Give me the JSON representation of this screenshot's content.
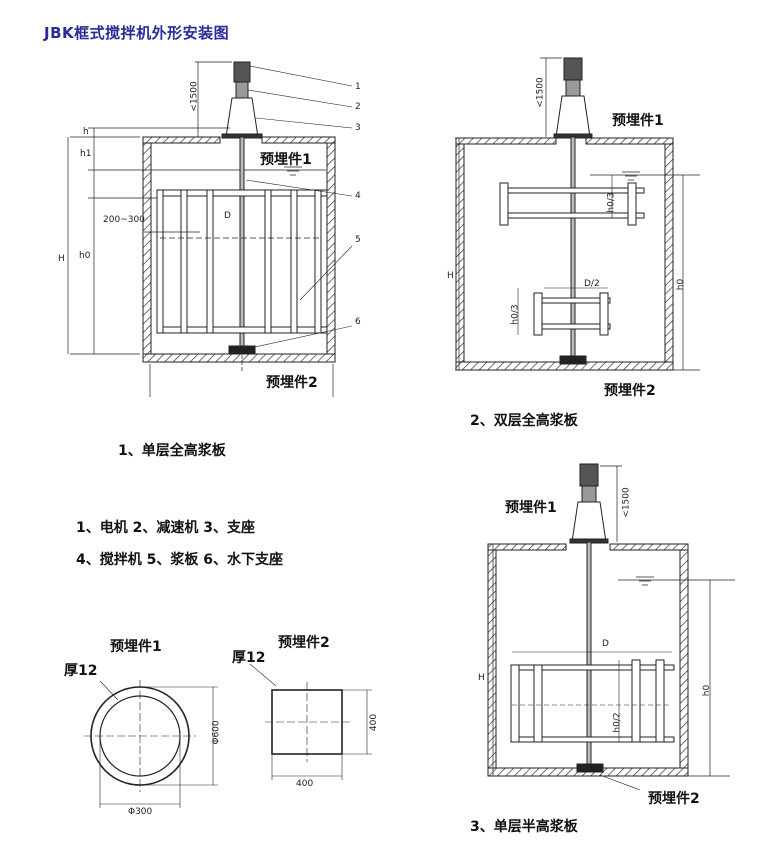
{
  "title": "JBK框式搅拌机外形安装图",
  "embed1": "预埋件1",
  "embed2": "预埋件2",
  "fig1": {
    "caption": "1、单层全高浆板",
    "callouts": [
      "1",
      "2",
      "3",
      "4",
      "5",
      "6"
    ],
    "dims": {
      "h": "h",
      "h1": "h1",
      "h0": "h0",
      "H": "H",
      "lim": "<1500",
      "gap": "200~300",
      "D": "D"
    }
  },
  "fig2": {
    "caption": "2、双层全高浆板",
    "dims": {
      "lim": "<1500",
      "h03a": "h0/3",
      "h03b": "h0/3",
      "D2": "D/2",
      "H": "H",
      "h0": "h0"
    }
  },
  "fig3": {
    "caption": "3、单层半高浆板",
    "dims": {
      "lim": "<1500",
      "D": "D",
      "h02": "h0/2",
      "H": "H",
      "h0": "h0"
    }
  },
  "legend": {
    "line1": "1、电机 2、减速机 3、支座",
    "line2": "4、搅拌机 5、浆板 6、水下支座"
  },
  "part1": {
    "title": "预埋件1",
    "thick": "厚12",
    "outer": "Φ600",
    "inner": "Φ300"
  },
  "part2": {
    "title": "预埋件2",
    "thick": "厚12",
    "w": "400",
    "h": "400"
  }
}
